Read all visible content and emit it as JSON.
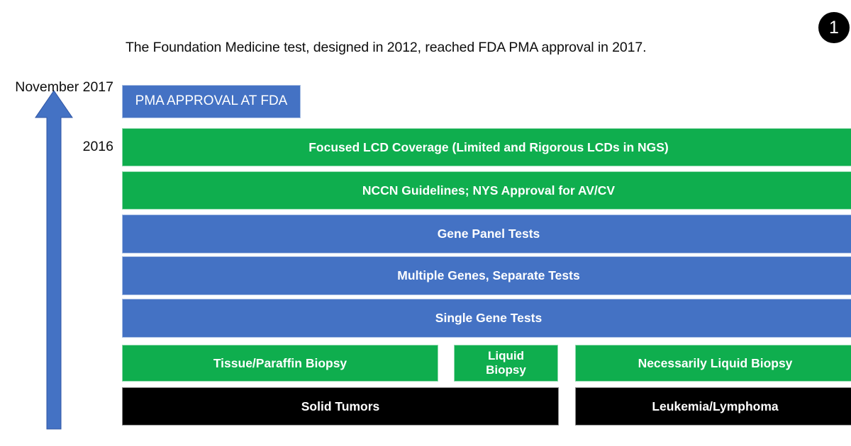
{
  "badge": {
    "number": "1"
  },
  "title": "The Foundation Medicine test, designed in 2012, reached FDA PMA approval in 2017.",
  "axis": {
    "name": "time-axis",
    "direction": "upward",
    "arrow_color": "#4472C4",
    "labels": [
      {
        "id": "november-2017",
        "text": "November 2017"
      },
      {
        "id": "2016",
        "text": "2016"
      }
    ]
  },
  "colors": {
    "blue": "#4472C4",
    "green": "#0FAE4E",
    "black": "#000000",
    "white": "#FFFFFF"
  },
  "rows": [
    {
      "id": "pma-approval",
      "label": "PMA APPROVAL AT FDA",
      "color": "blue"
    },
    {
      "id": "focused-lcd",
      "label": "Focused LCD Coverage (Limited and Rigorous LCDs in NGS)",
      "color": "green"
    },
    {
      "id": "nccn-nys",
      "label": "NCCN Guidelines; NYS Approval for AV/CV",
      "color": "green"
    },
    {
      "id": "gene-panel",
      "label": "Gene Panel Tests",
      "color": "blue"
    },
    {
      "id": "multiple-genes",
      "label": "Multiple Genes, Separate Tests",
      "color": "blue"
    },
    {
      "id": "single-gene",
      "label": "Single Gene Tests",
      "color": "blue"
    }
  ],
  "biopsy_row": [
    {
      "id": "tissue-paraffin-biopsy",
      "label": "Tissue/Paraffin Biopsy",
      "color": "green"
    },
    {
      "id": "liquid-biopsy",
      "label": "Liquid\nBiopsy",
      "color": "green"
    },
    {
      "id": "necessarily-liquid-biopsy",
      "label": "Necessarily Liquid Biopsy",
      "color": "green"
    }
  ],
  "disease_row": [
    {
      "id": "solid-tumors",
      "label": "Solid Tumors",
      "color": "black"
    },
    {
      "id": "leukemia-lymphoma",
      "label": "Leukemia/Lymphoma",
      "color": "black"
    }
  ]
}
